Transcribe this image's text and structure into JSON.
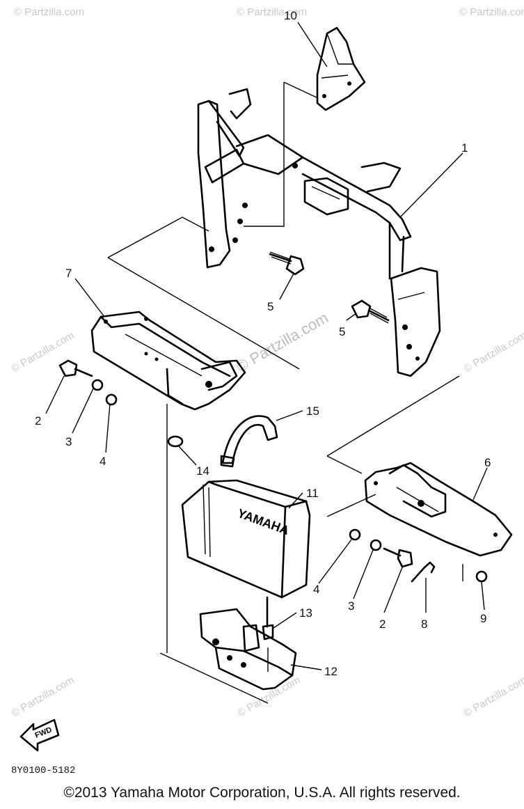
{
  "callouts": {
    "c1": "1",
    "c2a": "2",
    "c2b": "2",
    "c3a": "3",
    "c3b": "3",
    "c4a": "4",
    "c4b": "4",
    "c5a": "5",
    "c5b": "5",
    "c6": "6",
    "c7": "7",
    "c8": "8",
    "c9": "9",
    "c10": "10",
    "c11": "11",
    "c12": "12",
    "c13": "13",
    "c14": "14",
    "c15": "15"
  },
  "drawing_code": "8Y0100-5182",
  "fwd_label": "FWD",
  "box_label": "YAMAHA",
  "watermark": "© Partzilla.com",
  "copyright": "©2013  Yamaha Motor Corporation, U.S.A. All rights reserved."
}
